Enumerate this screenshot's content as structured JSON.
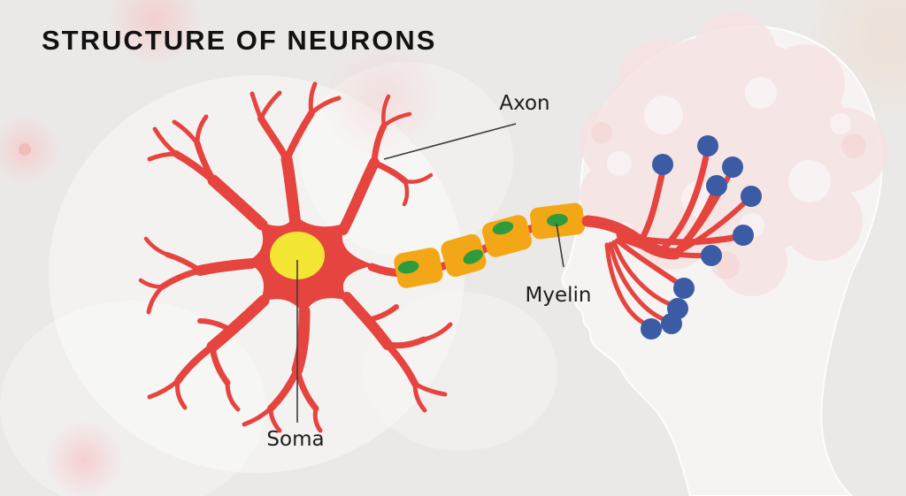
{
  "title": "STRUCTURE OF NEURONS",
  "labels": {
    "axon": "Axon",
    "myelin": "Myelin",
    "soma": "Soma"
  },
  "diagram": {
    "type": "labeled-illustration",
    "subject": "Structure of a neuron shown over a faint human head profile with brain",
    "myelin_segment_count": 4,
    "axon_terminal_count": 11,
    "callouts": [
      {
        "label": "Axon"
      },
      {
        "label": "Myelin"
      },
      {
        "label": "Soma"
      }
    ]
  },
  "colors": {
    "background": "#ebe9e7",
    "neuron_red": "#e6443e",
    "soma_nucleus_yellow": "#f2e534",
    "myelin_orange": "#f4a716",
    "myelin_node_green": "#2e9c3c",
    "terminal_blue": "#3b5ba5",
    "head_watermark": "#ffffff",
    "brain_watermark_pink": "#f7e2e2",
    "title_text": "#121212",
    "label_text": "#1d1d1d"
  }
}
